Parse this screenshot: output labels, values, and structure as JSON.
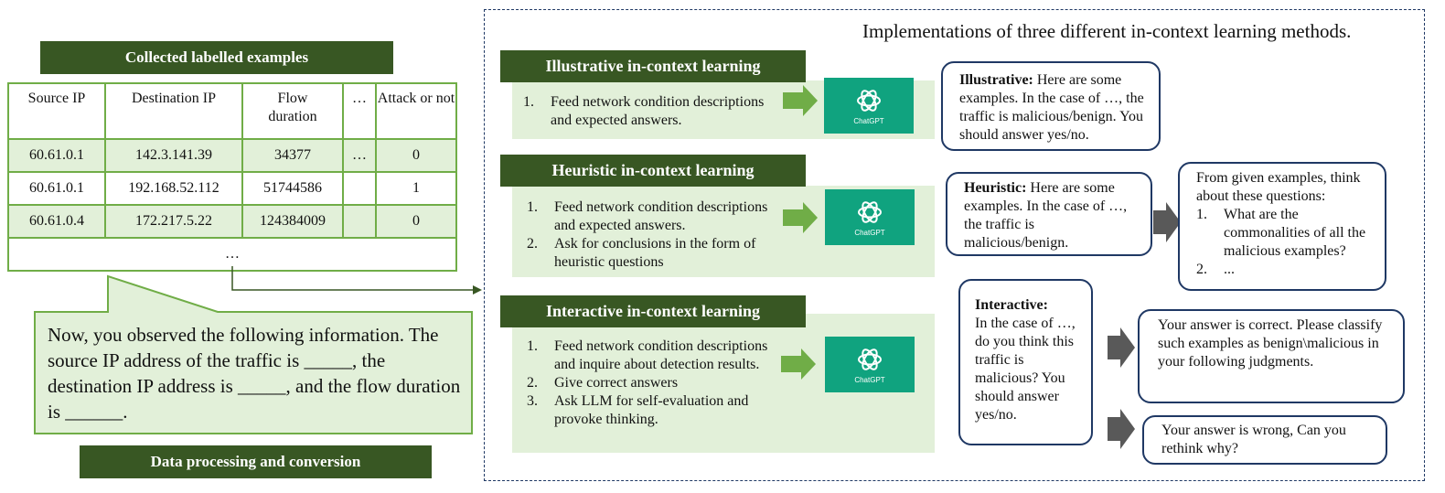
{
  "left": {
    "table_title": "Collected labelled examples",
    "headers": [
      "Source IP",
      "Destination IP",
      "Flow duration",
      "…",
      "Attack or not"
    ],
    "rows": [
      [
        "60.61.0.1",
        "142.3.141.39",
        "34377",
        "…",
        "0"
      ],
      [
        "60.61.0.1",
        "192.168.52.112",
        "51744586",
        "",
        "1"
      ],
      [
        "60.61.0.4",
        "172.217.5.22",
        "124384009",
        "",
        "0"
      ]
    ],
    "ellipsis": "…",
    "prompt_text": "Now, you observed the following information. The source IP address of the traffic is _____, the destination IP address is _____, and the flow duration is ______.",
    "footer": "Data processing and conversion"
  },
  "right": {
    "title": "Implementations of three different in-context learning methods.",
    "chatgpt_label": "ChatGPT",
    "illustrative": {
      "header": "Illustrative in-context learning",
      "steps": [
        "Feed network condition descriptions and expected answers."
      ],
      "bubble_bold": "Illustrative:",
      "bubble_text": " Here are some examples. In the case of …, the traffic is malicious/benign. You should answer yes/no."
    },
    "heuristic": {
      "header": "Heuristic in-context learning",
      "steps": [
        "Feed network condition descriptions and expected answers.",
        "Ask for conclusions in the form of heuristic questions"
      ],
      "bubble_bold": "Heuristic:",
      "bubble_text": " Here are some examples. In the case of …, the traffic is malicious/benign.",
      "questions_intro": "From given examples, think about these questions:",
      "questions": [
        "What are the commonalities of all the malicious examples?",
        "..."
      ]
    },
    "interactive": {
      "header": "Interactive in-context learning",
      "steps": [
        "Feed network condition descriptions and inquire about detection results.",
        "Give correct answers",
        "Ask LLM for self-evaluation and provoke thinking."
      ],
      "bubble_bold": "Interactive:",
      "bubble_text": "In the case of …, do you think this traffic is malicious? You should answer yes/no.",
      "reply_correct": "Your answer is correct. Please classify such examples as benign\\malicious in your following judgments.",
      "reply_wrong": "Your answer is wrong, Can you rethink why?"
    }
  },
  "colors": {
    "dark_green": "#385723",
    "light_green": "#e2f0d9",
    "table_border": "#70ad47",
    "arrow_green": "#70ad47",
    "chatgpt_teal": "#10a37f",
    "bubble_border": "#1f3864",
    "arrow_gray": "#595959"
  }
}
